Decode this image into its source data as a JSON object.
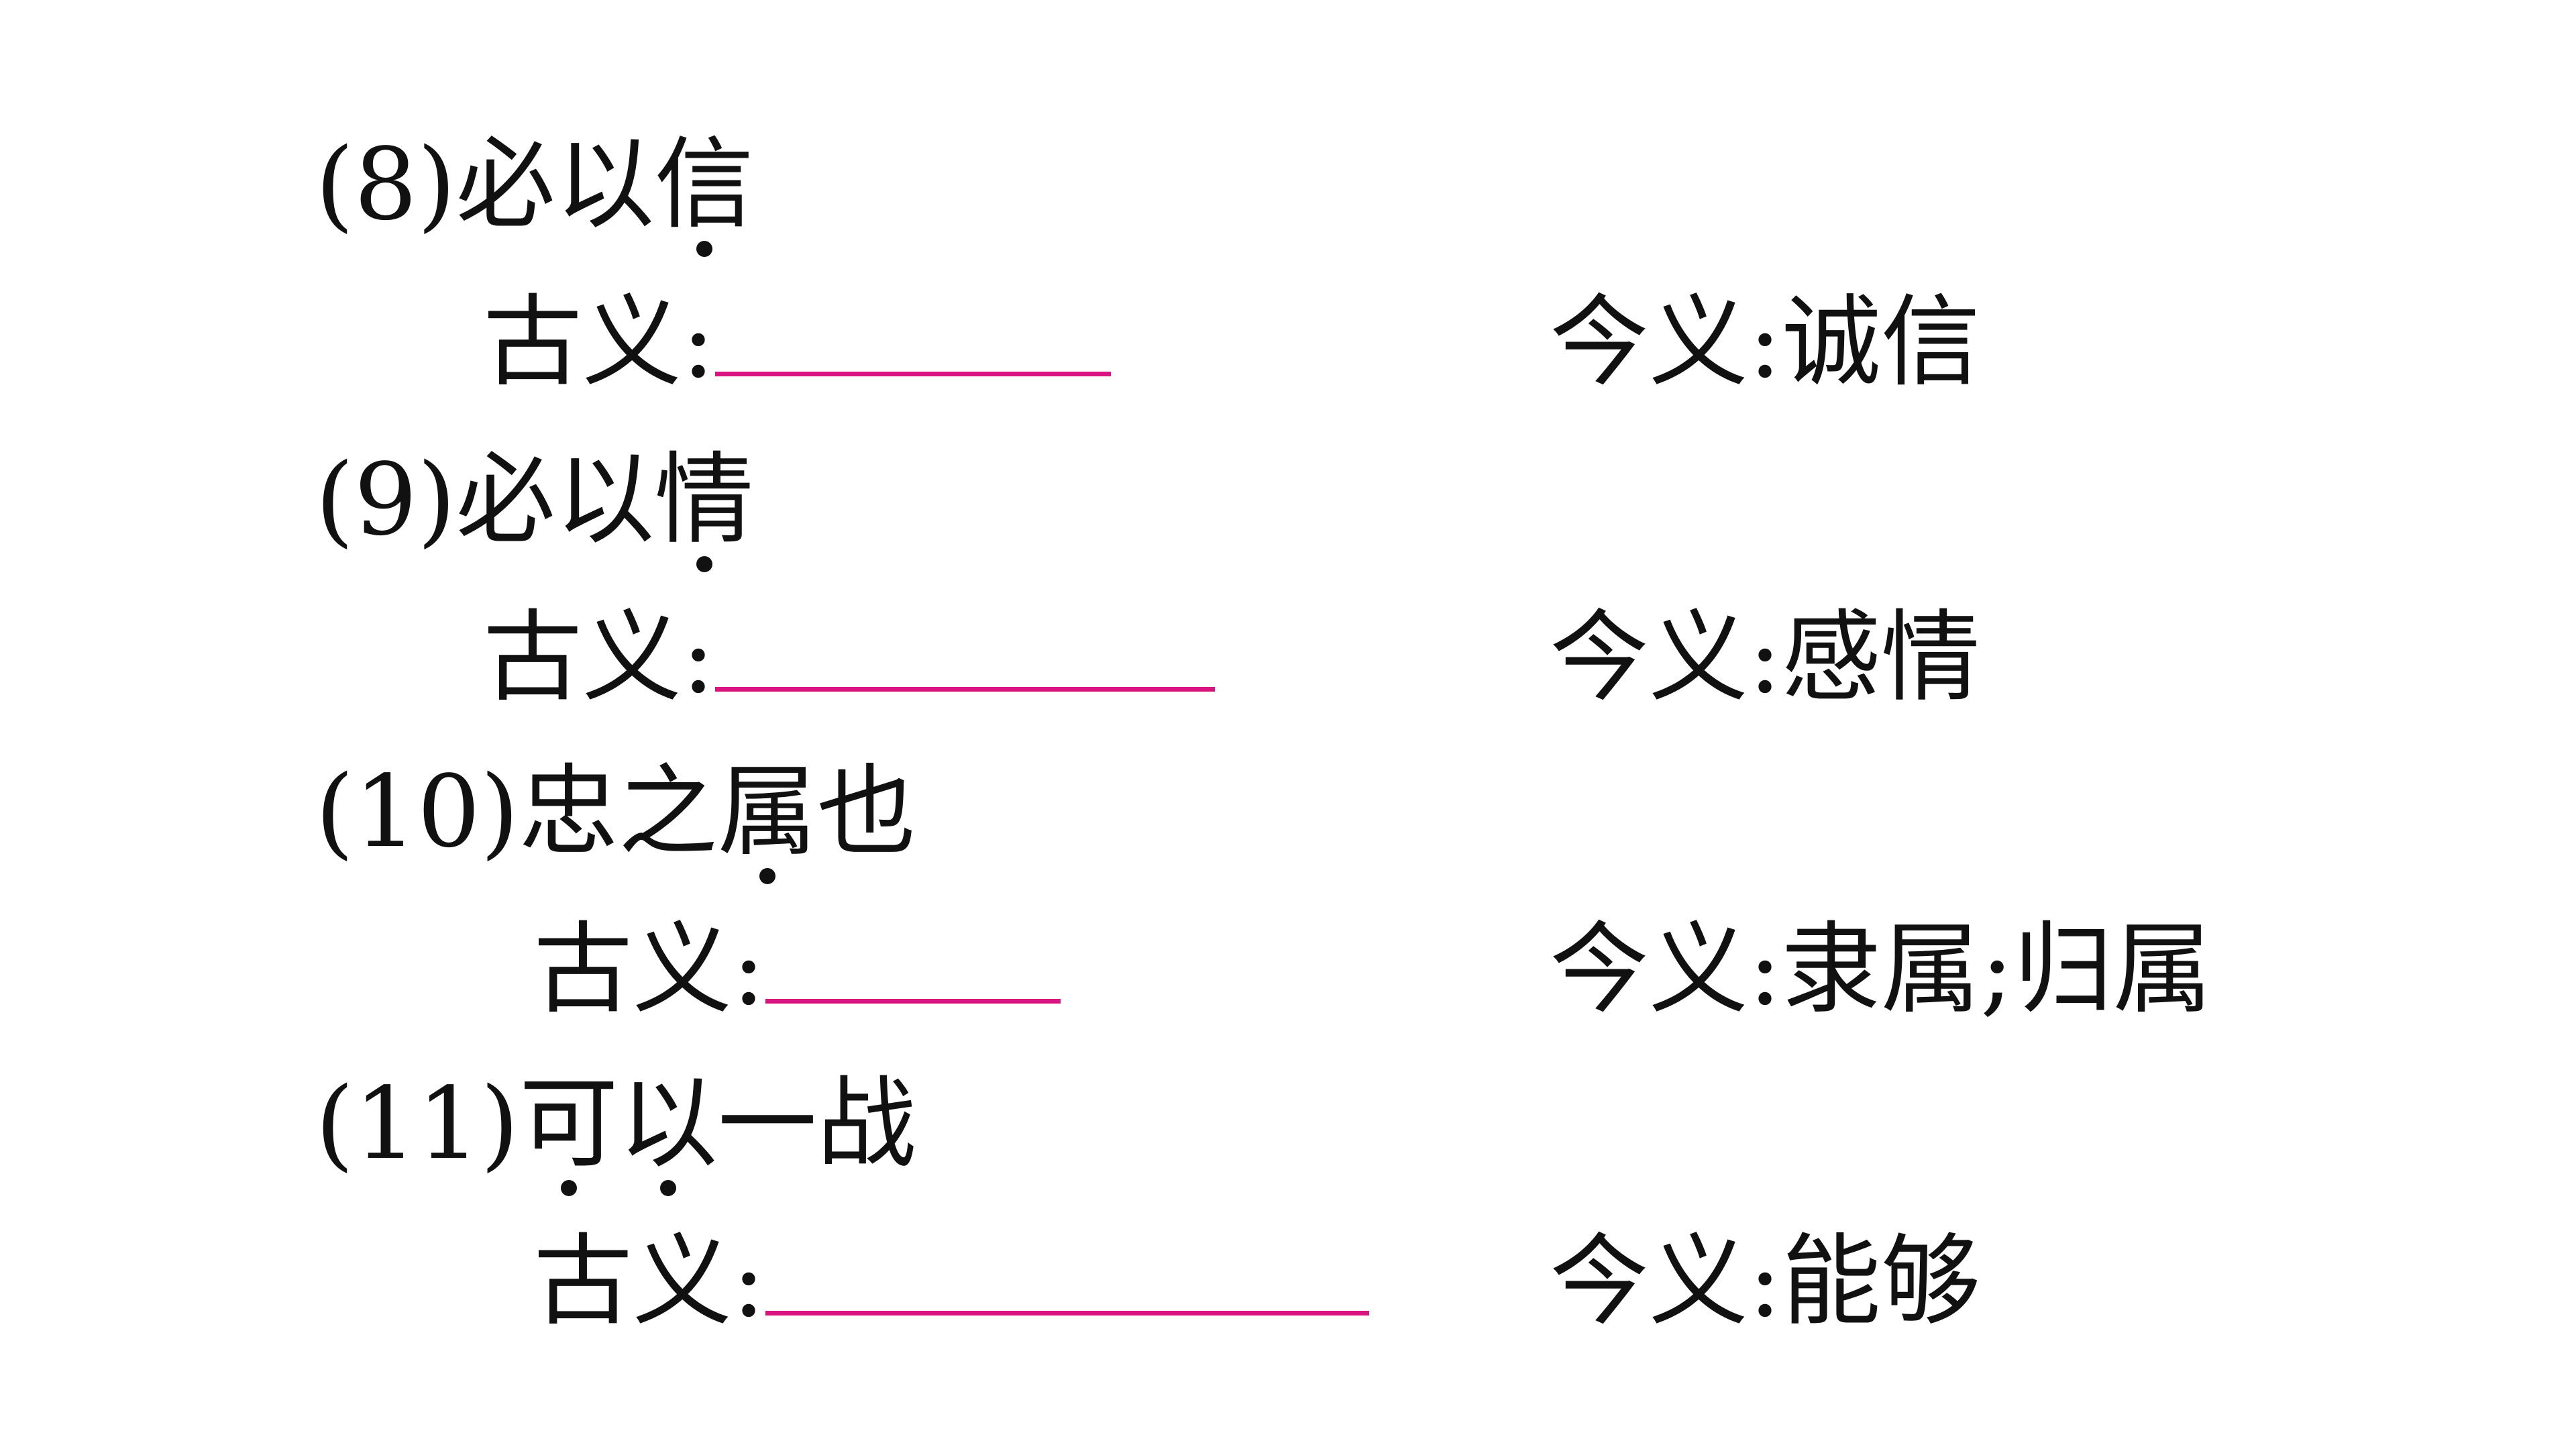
{
  "items": [
    {
      "num": "(8)",
      "phrase": [
        "必",
        "以",
        "信"
      ],
      "dotted": [
        2
      ],
      "gu_label": "古义:",
      "jin_label": "今义:",
      "jin_value": "诚信"
    },
    {
      "num": "(9)",
      "phrase": [
        "必",
        "以",
        "情"
      ],
      "dotted": [
        2
      ],
      "gu_label": "古义:",
      "jin_label": "今义:",
      "jin_value": "感情"
    },
    {
      "num": "(10)",
      "phrase": [
        "忠",
        "之",
        "属",
        "也"
      ],
      "dotted": [
        2
      ],
      "gu_label": "古义:",
      "jin_label": "今义:",
      "jin_value": "隶属;归属"
    },
    {
      "num": "(11)",
      "phrase": [
        "可",
        "以",
        "一",
        "战"
      ],
      "dotted": [
        0,
        1
      ],
      "gu_label": "古义:",
      "jin_label": "今义:",
      "jin_value": "能够"
    }
  ],
  "colors": {
    "text": "#111111",
    "blank_line": "#d9137f"
  }
}
